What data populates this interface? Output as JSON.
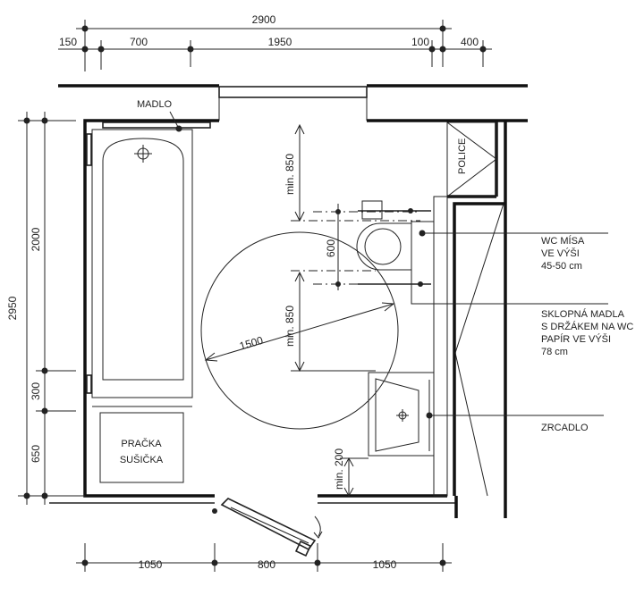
{
  "dimensions": {
    "top_total": "2900",
    "top_segments": [
      "150",
      "700",
      "1950",
      "100",
      "400"
    ],
    "bottom_segments": [
      "1050",
      "800",
      "1050"
    ],
    "left_total": "2950",
    "left_segments": [
      "2000",
      "300",
      "650"
    ],
    "turning_circle": "1500",
    "clearance_top": "min. 850",
    "clearance_mid": "min. 850",
    "wc_spacing": "600",
    "clearance_door": "min. 200"
  },
  "labels": {
    "madlo": "MADLO",
    "police": "POLICE",
    "washer_line1": "PRAČKA",
    "washer_line2": "SUŠIČKA",
    "wc": [
      "WC MÍSA",
      "VE VÝŠI",
      "45-50 cm"
    ],
    "grab_bars": [
      "SKLOPNÁ MADLA",
      "S DRŽÁKEM NA WC",
      "PAPÍR VE VÝŠI",
      "78 cm"
    ],
    "mirror": "ZRCADLO"
  }
}
